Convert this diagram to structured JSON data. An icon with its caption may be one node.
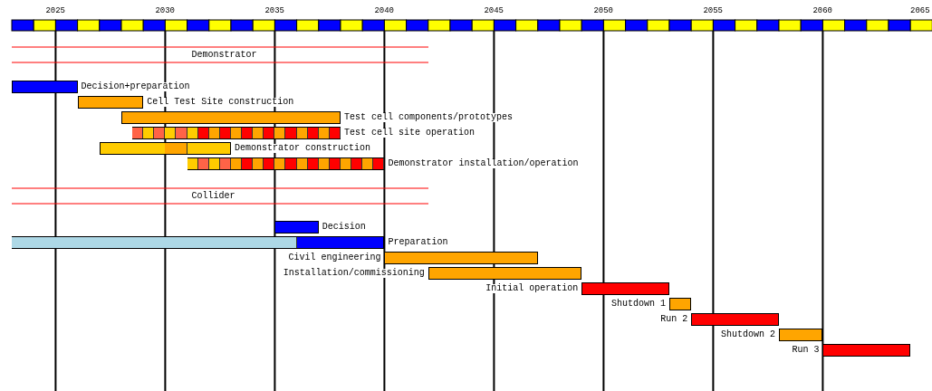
{
  "diagram": {
    "nodes": [
      {
        "text": [],
        "shape": "bar",
        "beside": [
          "Decision+preparation"
        ]
      },
      {
        "text": [],
        "shape": "bar",
        "beside": [
          "Cell Test Site construction"
        ]
      },
      {
        "text": [],
        "shape": "bar",
        "beside": [
          "Test cell components/prototypes"
        ]
      },
      {
        "text": [],
        "shape": "bar",
        "beside": [
          "Test cell site operation"
        ]
      },
      {
        "text": [],
        "shape": "bar",
        "beside": [
          "Demonstrator construction"
        ]
      },
      {
        "text": [],
        "shape": "bar",
        "beside": [
          "Demonstrator installation/operation"
        ]
      },
      {
        "text": [],
        "shape": "bar",
        "beside": [
          "Decision"
        ]
      },
      {
        "text": [],
        "shape": "bar",
        "beside": [
          "Preparation"
        ]
      },
      {
        "text": [],
        "shape": "bar",
        "beside": [
          "Civil engineering"
        ]
      },
      {
        "text": [],
        "shape": "bar",
        "beside": [
          "Installation/commissioning"
        ]
      },
      {
        "text": [],
        "shape": "bar",
        "beside": [
          "Initial operation"
        ]
      },
      {
        "text": [],
        "shape": "bar",
        "beside": [
          "Shutdown 1"
        ]
      },
      {
        "text": [],
        "shape": "bar",
        "beside": [
          "Run 2"
        ]
      },
      {
        "text": [],
        "shape": "bar",
        "beside": [
          "Shutdown 2"
        ]
      },
      {
        "text": [],
        "shape": "bar",
        "beside": [
          "Run 3"
        ]
      }
    ],
    "edges": [],
    "labels": [
      "2025",
      "2030",
      "2035",
      "2040",
      "2045",
      "2050",
      "2055",
      "2060",
      "2065",
      "Demonstrator",
      "Collider"
    ]
  }
}
